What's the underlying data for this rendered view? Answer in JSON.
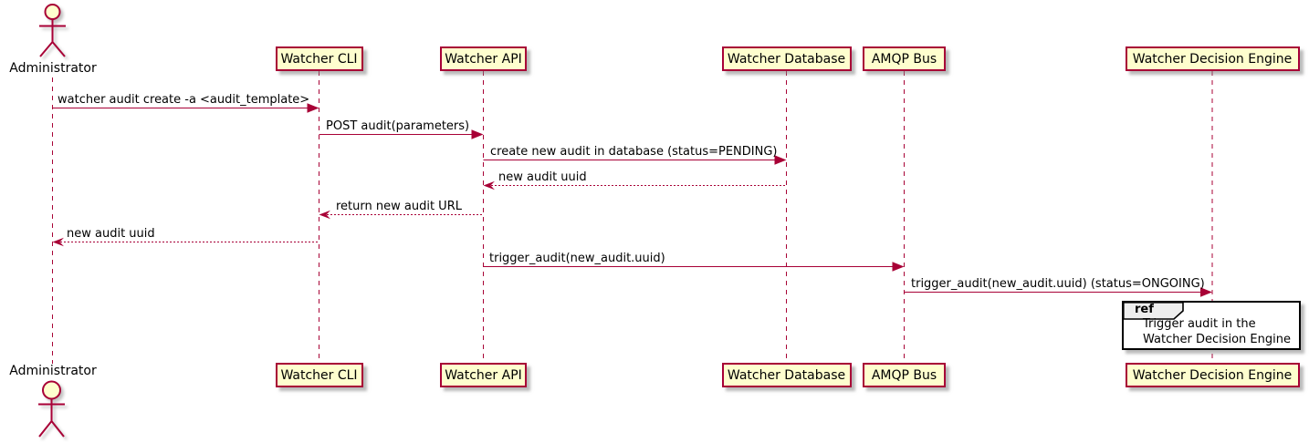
{
  "diagram_type": "uml-sequence-diagram",
  "actor": {
    "name": "Administrator"
  },
  "participants": [
    {
      "name": "Watcher CLI"
    },
    {
      "name": "Watcher API"
    },
    {
      "name": "Watcher Database"
    },
    {
      "name": "AMQP Bus"
    },
    {
      "name": "Watcher Decision Engine"
    }
  ],
  "messages": [
    {
      "from": "Administrator",
      "to": "Watcher CLI",
      "text": "watcher audit create -a <audit_template>",
      "line": "solid"
    },
    {
      "from": "Watcher CLI",
      "to": "Watcher API",
      "text": "POST audit(parameters)",
      "line": "solid"
    },
    {
      "from": "Watcher API",
      "to": "Watcher Database",
      "text": "create new audit in database (status=PENDING)",
      "line": "solid"
    },
    {
      "from": "Watcher Database",
      "to": "Watcher API",
      "text": "new audit uuid",
      "line": "dashed"
    },
    {
      "from": "Watcher API",
      "to": "Watcher CLI",
      "text": "return new audit URL",
      "line": "dashed"
    },
    {
      "from": "Watcher CLI",
      "to": "Administrator",
      "text": "new audit uuid",
      "line": "dashed"
    },
    {
      "from": "Watcher API",
      "to": "AMQP Bus",
      "text": "trigger_audit(new_audit.uuid)",
      "line": "solid"
    },
    {
      "from": "AMQP Bus",
      "to": "Watcher Decision Engine",
      "text": "trigger_audit(new_audit.uuid) (status=ONGOING)",
      "line": "solid"
    }
  ],
  "ref": {
    "keyword": "ref",
    "over": "Watcher Decision Engine",
    "text_lines": [
      "Trigger audit in the",
      "Watcher Decision Engine"
    ]
  },
  "colors": {
    "participant_fill": "#FEFECE",
    "stroke": "#A80036",
    "text": "#000000",
    "ref_border": "#000000",
    "ref_header_fill": "#EEEEEE",
    "background": "#FFFFFF"
  }
}
